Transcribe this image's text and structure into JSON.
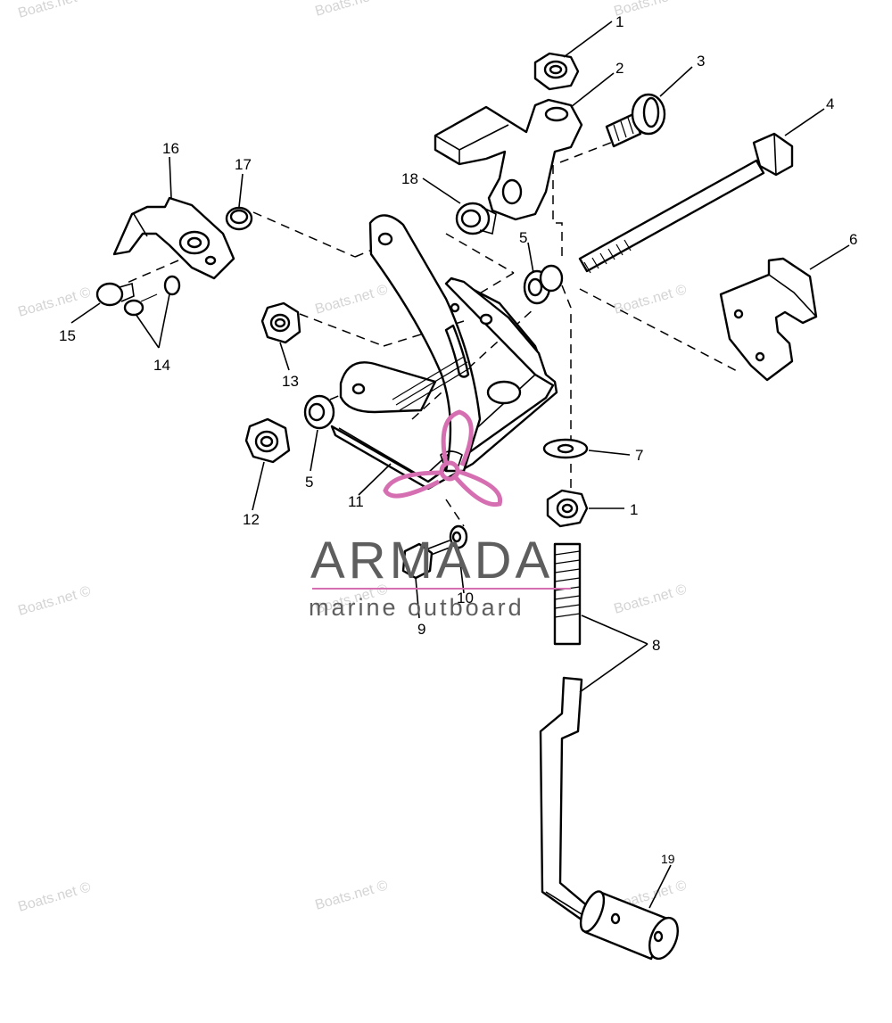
{
  "watermark_text": "Boats.net ©",
  "brand": {
    "name": "ARMADA",
    "tagline": "marine outboard",
    "logo_color": "#d66fb1",
    "text_color": "#5e5e5e"
  },
  "callouts": [
    {
      "key": "c1a",
      "label": "1"
    },
    {
      "key": "c2",
      "label": "2"
    },
    {
      "key": "c3",
      "label": "3"
    },
    {
      "key": "c4",
      "label": "4"
    },
    {
      "key": "c5a",
      "label": "5"
    },
    {
      "key": "c6",
      "label": "6"
    },
    {
      "key": "c7",
      "label": "7"
    },
    {
      "key": "c1b",
      "label": "1"
    },
    {
      "key": "c8",
      "label": "8"
    },
    {
      "key": "c9",
      "label": "9"
    },
    {
      "key": "c10",
      "label": "10"
    },
    {
      "key": "c11",
      "label": "11"
    },
    {
      "key": "c12",
      "label": "12"
    },
    {
      "key": "c5b",
      "label": "5"
    },
    {
      "key": "c13",
      "label": "13"
    },
    {
      "key": "c14",
      "label": "14"
    },
    {
      "key": "c15",
      "label": "15"
    },
    {
      "key": "c16",
      "label": "16"
    },
    {
      "key": "c17",
      "label": "17"
    },
    {
      "key": "c18",
      "label": "18"
    },
    {
      "key": "c19",
      "label": "19"
    }
  ]
}
